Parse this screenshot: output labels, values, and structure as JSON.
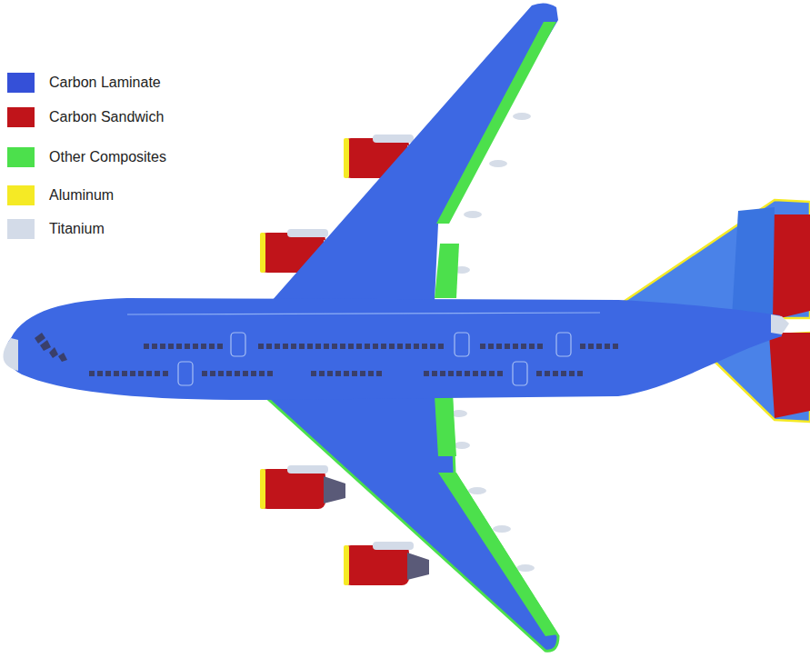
{
  "diagram": {
    "legend": [
      {
        "text": "Carbon Laminate",
        "color": "#3550d8"
      },
      {
        "text": "Carbon Sandwich",
        "color": "#c0141a"
      },
      {
        "text": "Other Composites",
        "color": "#4ce04c"
      },
      {
        "text": "Aluminum",
        "color": "#f5ea25"
      },
      {
        "text": "Titanium",
        "color": "#d3dbe8"
      }
    ]
  }
}
